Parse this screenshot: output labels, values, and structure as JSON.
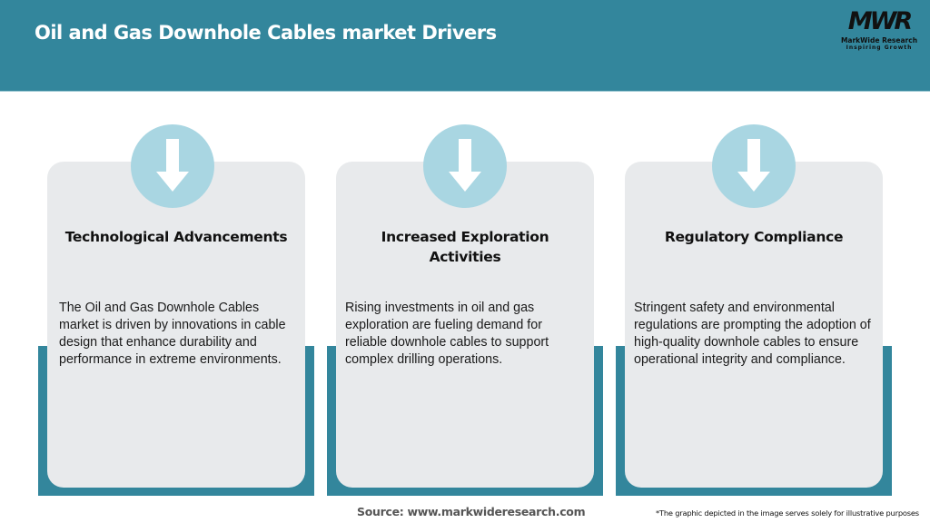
{
  "header": {
    "title": "Oil and Gas Downhole Cables market Drivers",
    "background_color": "#33869c",
    "logo": {
      "mark": "MWR",
      "name": "MarkWide Research",
      "tagline": "Inspiring Growth"
    }
  },
  "cards": [
    {
      "icon": "arrow-down-icon",
      "title": "Technological Advancements",
      "text": "The Oil and Gas Downhole Cables market is driven by innovations in cable design that enhance durability and performance in extreme environments."
    },
    {
      "icon": "arrow-down-icon",
      "title": "Increased Exploration Activities",
      "text": "Rising investments in oil and gas exploration are fueling demand for reliable downhole cables to support complex drilling operations."
    },
    {
      "icon": "arrow-down-icon",
      "title": "Regulatory Compliance",
      "text": "Stringent safety and environmental regulations are prompting the adoption of high-quality downhole cables to ensure operational integrity and compliance."
    }
  ],
  "colors": {
    "accent": "#33869c",
    "card_bg": "#e8eaec",
    "icon_circle": "#a9d6e2"
  },
  "footer": {
    "source": "Source: www.markwideresearch.com",
    "disclaimer": "*The graphic depicted in the image serves solely for illustrative purposes"
  }
}
